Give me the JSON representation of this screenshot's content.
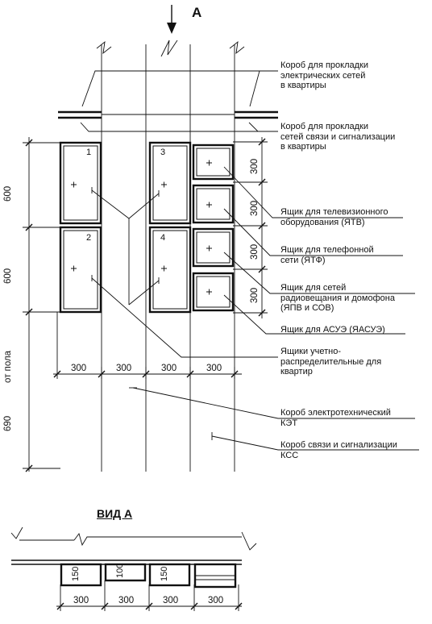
{
  "view_marker": "А",
  "section_title": "ВИД А",
  "panel_numbers": [
    "1",
    "2",
    "3",
    "4"
  ],
  "dims": {
    "bottom_widths": [
      "300",
      "300",
      "300",
      "300"
    ],
    "left_heights": [
      "600",
      "600",
      "690"
    ],
    "floor_label": "от пола",
    "right_heights": [
      "300",
      "300",
      "300",
      "300"
    ],
    "view_widths": [
      "300",
      "300",
      "300",
      "300"
    ],
    "view_depths": [
      "150",
      "100",
      "150"
    ]
  },
  "callouts": [
    {
      "id": "electric_duct",
      "text": "Короб для прокладки\nэлектрических сетей\nв квартиры"
    },
    {
      "id": "comm_duct",
      "text": "Короб для прокладки\nсетей связи и сигнализации\nв квартиры"
    },
    {
      "id": "tv_box",
      "text": "Ящик для телевизионного\nоборудования (ЯТВ)"
    },
    {
      "id": "phone_box",
      "text": "Ящик для телефонной\nсети (ЯТФ)"
    },
    {
      "id": "radio_box",
      "text": "Ящик для сетей\nрадиовещания и домофона\n(ЯПВ и СОВ)"
    },
    {
      "id": "asue_box",
      "text": "Ящик для АСУЭ (ЯАСУЭ)"
    },
    {
      "id": "meter_boxes",
      "text": "Ящики учетно-\nраспределительные для\nквартир"
    },
    {
      "id": "ket_duct",
      "text": "Короб электротехнический\nКЭТ"
    },
    {
      "id": "kss_duct",
      "text": "Короб связи и сигнализации\nКСС"
    }
  ]
}
